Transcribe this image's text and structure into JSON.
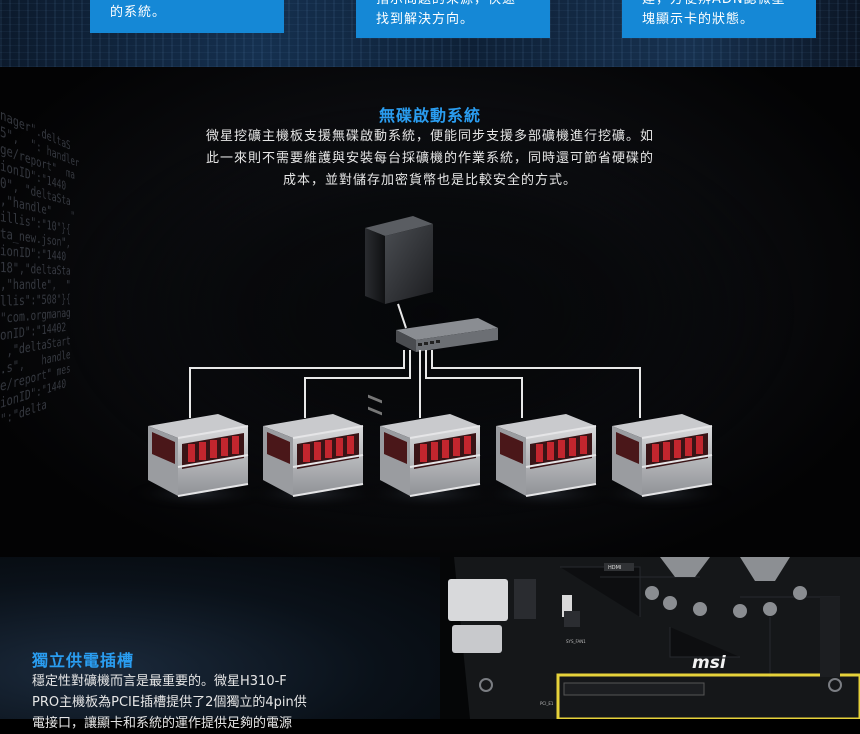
{
  "top_cards": {
    "card1_line": "的系統。",
    "card2_line1": "指示問題的來源，快速",
    "card2_line2": "找到解決方向。",
    "card3_line1": "建，方便辨ADN認微星",
    "card3_line2": "塊顯示卡的狀態。"
  },
  "diskless": {
    "title": "無碟啟動系統",
    "desc_line1": "微星挖礦主機板支援無碟啟動系統，便能同步支援多部礦機進行挖礦。如",
    "desc_line2": "此一來則不需要維護與安裝每台採礦機的作業系統，同時還可節省硬碟的",
    "desc_line3": "成本，並對儲存加密貨幣也是比較安全的方式。"
  },
  "power": {
    "title": "獨立供電插槽",
    "line1": "穩定性對礦機而言是最重要的。微星H310-F",
    "line2": "PRO主機板為PCIE插槽提供了2個獨立的4pin供",
    "line3": "電接口，讓顯卡和系統的運作提供足夠的電源"
  },
  "board_marks": {
    "logo": "msi",
    "label_hdmi": "HDMI",
    "label_sys_fan": "SYS_FAN1",
    "label_pci": "PCI_E1"
  },
  "colors": {
    "accent_blue": "#1588d6",
    "title_blue": "#2a9df0"
  }
}
